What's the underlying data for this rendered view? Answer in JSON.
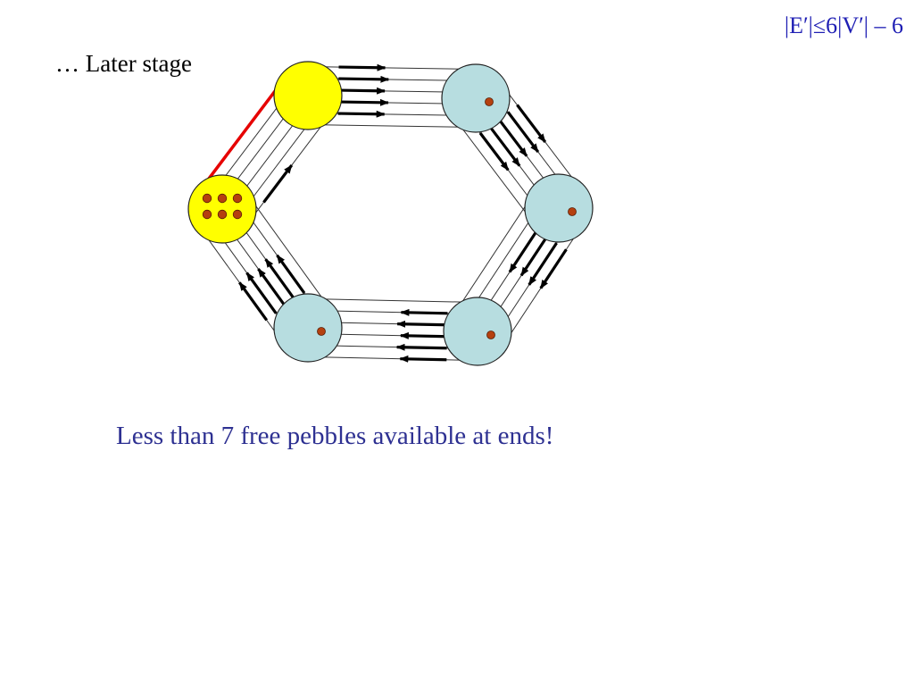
{
  "slide": {
    "corner_formula": "|E′|≤6|V′| – 6",
    "stage_label": "… Later stage",
    "caption": "Less than 7 free pebbles available at ends!"
  },
  "colors": {
    "formula": "#1f1fb4",
    "caption": "#2e3192",
    "node_full": "#ffff00",
    "node_empty": "#b7dde0",
    "pebble": "#b5400f",
    "highlight_edge": "#e60000",
    "edge": "#000000"
  },
  "graph": {
    "nodes": [
      {
        "id": "A",
        "kind": "full",
        "pebbles": 0
      },
      {
        "id": "B",
        "kind": "empty",
        "pebbles": 1
      },
      {
        "id": "C",
        "kind": "empty",
        "pebbles": 1
      },
      {
        "id": "D",
        "kind": "empty",
        "pebbles": 1
      },
      {
        "id": "E",
        "kind": "empty",
        "pebbles": 1
      },
      {
        "id": "F",
        "kind": "full",
        "pebbles": 6
      }
    ],
    "edge_groups": [
      {
        "from": "A",
        "to": "B",
        "edges": 6,
        "arrows": 5
      },
      {
        "from": "B",
        "to": "C",
        "edges": 6,
        "arrows": 5
      },
      {
        "from": "C",
        "to": "D",
        "edges": 6,
        "arrows": 4
      },
      {
        "from": "D",
        "to": "E",
        "edges": 6,
        "arrows": 5
      },
      {
        "from": "E",
        "to": "F",
        "edges": 6,
        "arrows": 5
      },
      {
        "from": "F",
        "to": "A",
        "edges": 6,
        "arrows": 1,
        "highlighted": 1
      }
    ]
  }
}
